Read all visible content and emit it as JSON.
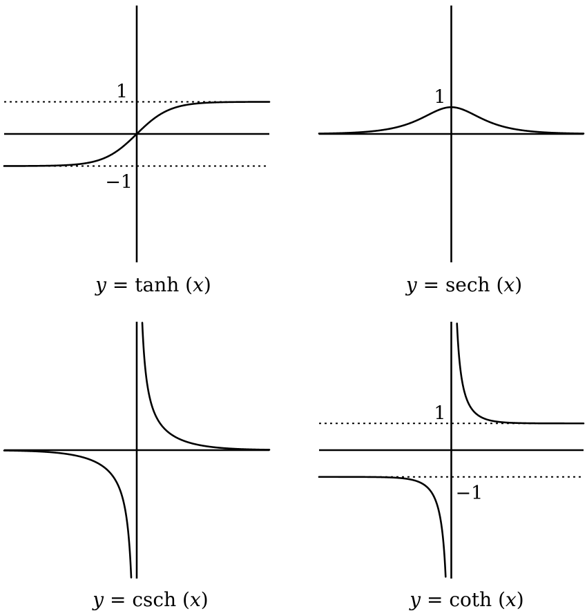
{
  "chart_data": [
    {
      "type": "line",
      "caption": {
        "lhs": "y",
        "eq": " = ",
        "func": "tanh",
        "lp": " (",
        "arg": "x",
        "rp": ")"
      },
      "function": "tanh",
      "xlim": [
        -4,
        4
      ],
      "ylim": [
        -4,
        4
      ],
      "asymptotes": [
        1,
        -1
      ],
      "tick_labels": [
        {
          "text": "1",
          "y": 1
        },
        {
          "text": "−1",
          "y": -1
        }
      ],
      "grid": false
    },
    {
      "type": "line",
      "caption": {
        "lhs": "y",
        "eq": " = ",
        "func": "sech",
        "lp": " (",
        "arg": "x",
        "rp": ")"
      },
      "function": "sech",
      "xlim": [
        -5,
        5
      ],
      "ylim": [
        -4.8,
        4.8
      ],
      "asymptotes": [],
      "tick_labels": [
        {
          "text": "1",
          "y": 1
        }
      ],
      "grid": false
    },
    {
      "type": "line",
      "caption": {
        "lhs": "y",
        "eq": " = ",
        "func": "csch",
        "lp": " (",
        "arg": "x",
        "rp": ")"
      },
      "function": "csch",
      "xlim": [
        -5,
        5
      ],
      "ylim": [
        -4.8,
        4.8
      ],
      "asymptotes": [],
      "tick_labels": [],
      "grid": false
    },
    {
      "type": "line",
      "caption": {
        "lhs": "y",
        "eq": " = ",
        "func": "coth",
        "lp": " (",
        "arg": "x",
        "rp": ")"
      },
      "function": "coth",
      "xlim": [
        -5,
        5
      ],
      "ylim": [
        -4.8,
        4.8
      ],
      "asymptotes": [
        1,
        -1
      ],
      "tick_labels": [
        {
          "text": "1",
          "y": 1
        },
        {
          "text": "−1",
          "y": -1
        }
      ],
      "grid": false
    }
  ]
}
